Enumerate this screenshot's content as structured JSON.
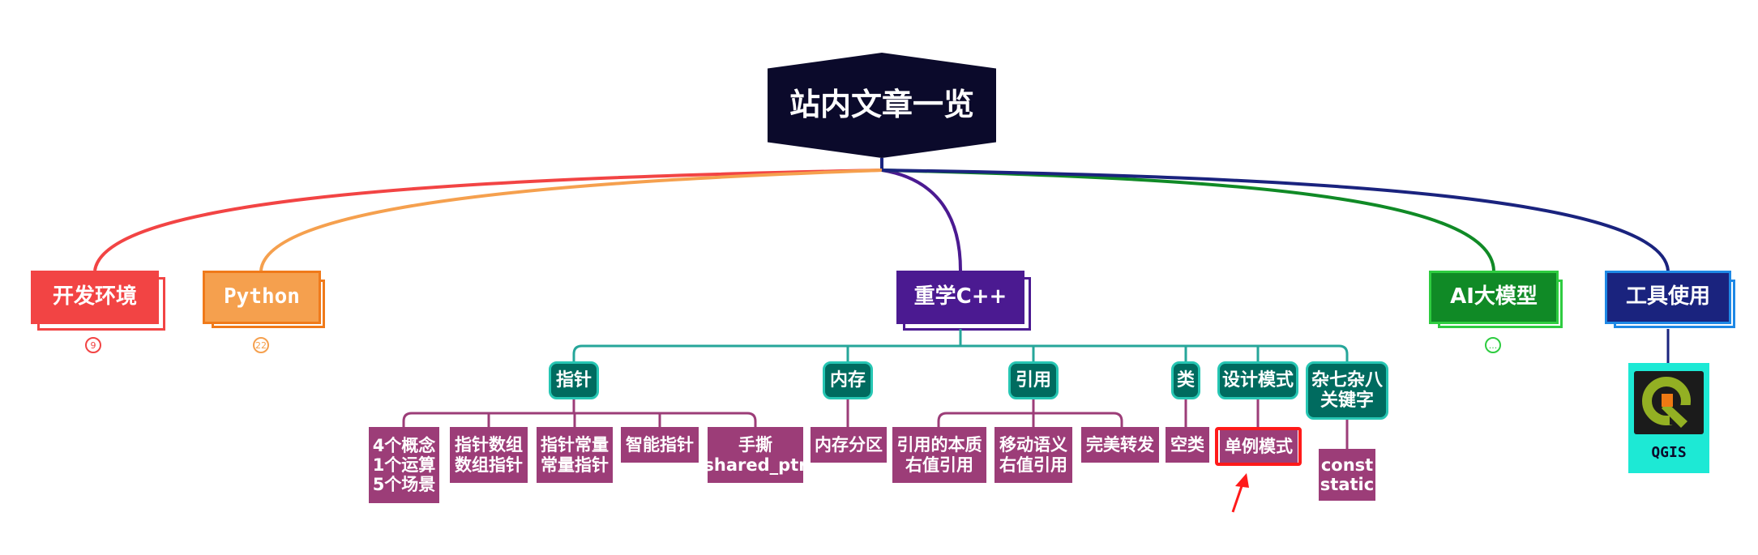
{
  "root": {
    "label": "站内文章一览"
  },
  "branches": {
    "dev_env": {
      "label": "开发环境",
      "count": "9",
      "color": "#f24444"
    },
    "python": {
      "label": "Python",
      "count": "22",
      "color": "#f5a04e"
    },
    "cpp": {
      "label": "重学C++",
      "color": "#4b1a91"
    },
    "ai": {
      "label": "AI大模型",
      "count": "...",
      "color": "#108a26"
    },
    "tools": {
      "label": "工具使用",
      "color": "#1a237e"
    }
  },
  "cpp_topics": {
    "pointer": "指针",
    "memory": "内存",
    "reference": "引用",
    "class": "类",
    "design_patterns": "设计模式",
    "misc": "杂七杂八\n关键字"
  },
  "cpp_articles": {
    "pointer_concepts": "4个概念\n1个运算\n5个场景",
    "pointer_array": "指针数组\n数组指针",
    "pointer_const": "指针常量\n常量指针",
    "smart_pointer": "智能指针",
    "shared_ptr": "手撕\nshared_ptr",
    "memory_layout": "内存分区",
    "rvalue_ref": "引用的本质\n右值引用",
    "move_semantics": "移动语义\n右值引用",
    "perfect_forwarding": "完美转发",
    "empty_class": "空类",
    "singleton": "单例模式",
    "const_static": "const\nstatic"
  },
  "tools_items": {
    "qgis": "QGIS"
  }
}
